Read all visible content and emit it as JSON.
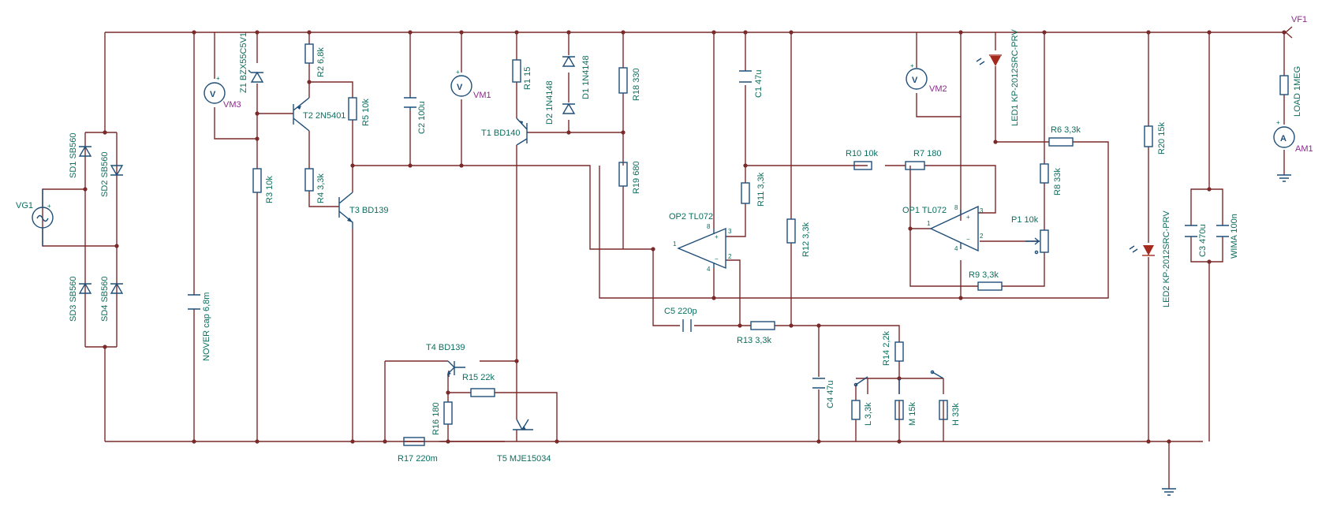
{
  "colors": {
    "wire": "#7a2a2a",
    "component": "#1f4e79",
    "label": "#0b6e5f",
    "meter_label": "#8a2a8a",
    "led": "#a52a1e"
  },
  "labels": {
    "vf1": "VF1",
    "vg1": "VG1",
    "sd1": "SD1 SB560",
    "sd2": "SD2 SB560",
    "sd3": "SD3 SB560",
    "sd4": "SD4 SB560",
    "nover": "NOVER cap 6,8m",
    "vm3": "VM3",
    "z1": "Z1 BZX55C5V1",
    "r3": "R3 10k",
    "r2": "R2 6,8k",
    "t2": "T2 2N5401",
    "r5": "R5 10k",
    "r4": "R4 3,3k",
    "t3": "T3 BD139",
    "c2": "C2 100u",
    "vm1": "VM1",
    "r1": "R1 15",
    "t1": "T1 BD140",
    "d2": "D2 1N4148",
    "d1": "D1 1N4148",
    "r18": "R18 330",
    "r19": "R19 680",
    "op2": "OP2 TL072",
    "c1": "C1 47u",
    "r11": "R11 3,3k",
    "r12": "R12 3,3k",
    "c5": "C5 220p",
    "r13": "R13 3,3k",
    "vm2": "VM2",
    "led1": "LED1 KP-2012SRC-PRV",
    "r10": "R10 10k",
    "r7": "R7 180",
    "r6": "R6 3,3k",
    "r8": "R8 33k",
    "op1": "OP1 TL072",
    "p1": "P1 10k",
    "r9": "R9 3,3k",
    "r14": "R14 2,2k",
    "c4": "C4 47u",
    "rl": "L 3,3k",
    "rm": "M 15k",
    "rh": "H 33k",
    "t4": "T4 BD139",
    "r15": "R15 22k",
    "r16": "R16 180",
    "r17": "R17 220m",
    "t5": "T5 MJE15034",
    "r20": "R20 15k",
    "led2": "LED2 KP-2012SRC-PRV",
    "c3": "C3 470u",
    "wima": "WIMA 100n",
    "load": "LOAD 1MEG",
    "am1": "AM1",
    "v": "V",
    "a": "A",
    "plus": "+",
    "minus": "−",
    "pin1": "1",
    "pin2": "2",
    "pin3": "3",
    "pin4": "4",
    "pin8": "8"
  }
}
